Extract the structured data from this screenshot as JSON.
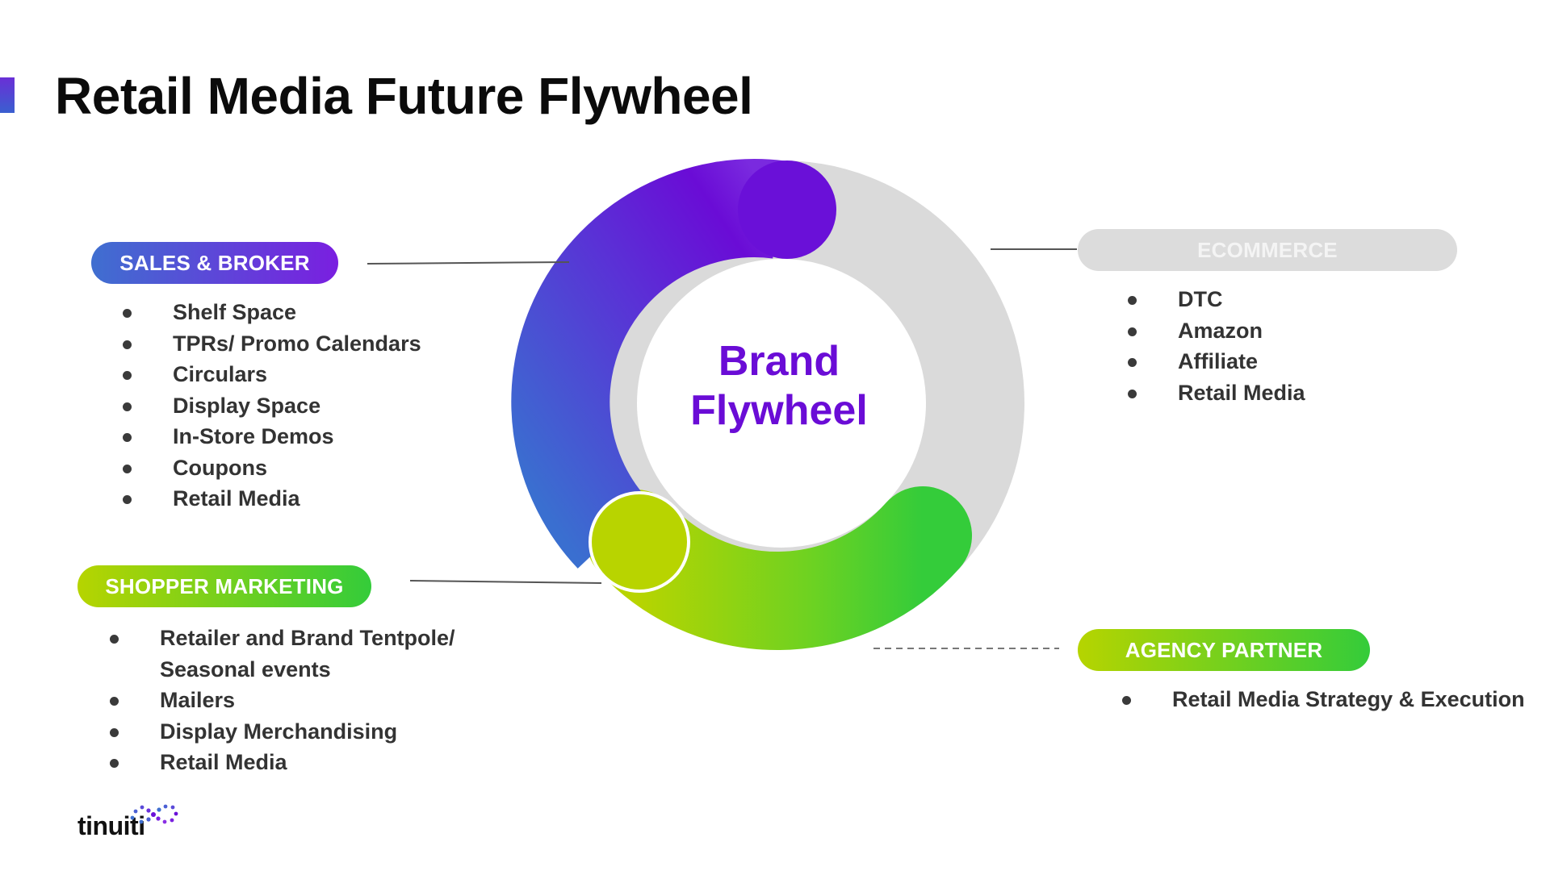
{
  "title": "Retail Media Future Flywheel",
  "center": {
    "line1": "Brand",
    "line2": "Flywheel"
  },
  "sales_broker": {
    "label": "SALES & BROKER",
    "items": [
      "Shelf Space",
      "TPRs/ Promo Calendars",
      "Circulars",
      "Display Space",
      "In-Store Demos",
      "Coupons",
      "Retail Media"
    ]
  },
  "shopper_marketing": {
    "label": "SHOPPER MARKETING",
    "items": [
      "Retailer and Brand Tentpole/",
      "Seasonal events",
      "Mailers",
      "Display Merchandising",
      "Retail Media"
    ]
  },
  "ecommerce": {
    "label": "ECOMMERCE",
    "items": [
      "DTC",
      "Amazon",
      "Affiliate",
      "Retail Media"
    ]
  },
  "agency_partner": {
    "label": "AGENCY PARTNER",
    "items": [
      "Retail Media Strategy & Execution"
    ]
  },
  "logo": {
    "text": "tinuiti"
  },
  "colors": {
    "purple": "#6a0cd6",
    "blue": "#3f6fd0",
    "green": "#34cc3a",
    "lime": "#b6d400",
    "gray": "#dcdcdc"
  }
}
